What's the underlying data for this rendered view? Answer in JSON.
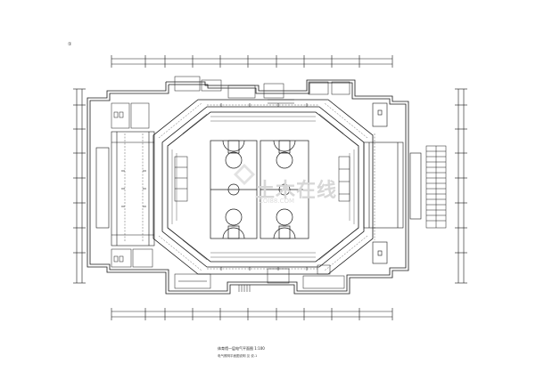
{
  "drawing": {
    "title": "体育馆一层电气平面图 1:100",
    "subtitle": "电气照明平面图说明 见 说-1",
    "north_mark": "①",
    "watermark": "土木在线",
    "watermark_sub": "COI88.COM",
    "colors": {
      "line": "#1a1a1a",
      "court": "#1a1a1a",
      "watermark": "#d7d7d7",
      "background": "#ffffff"
    }
  }
}
